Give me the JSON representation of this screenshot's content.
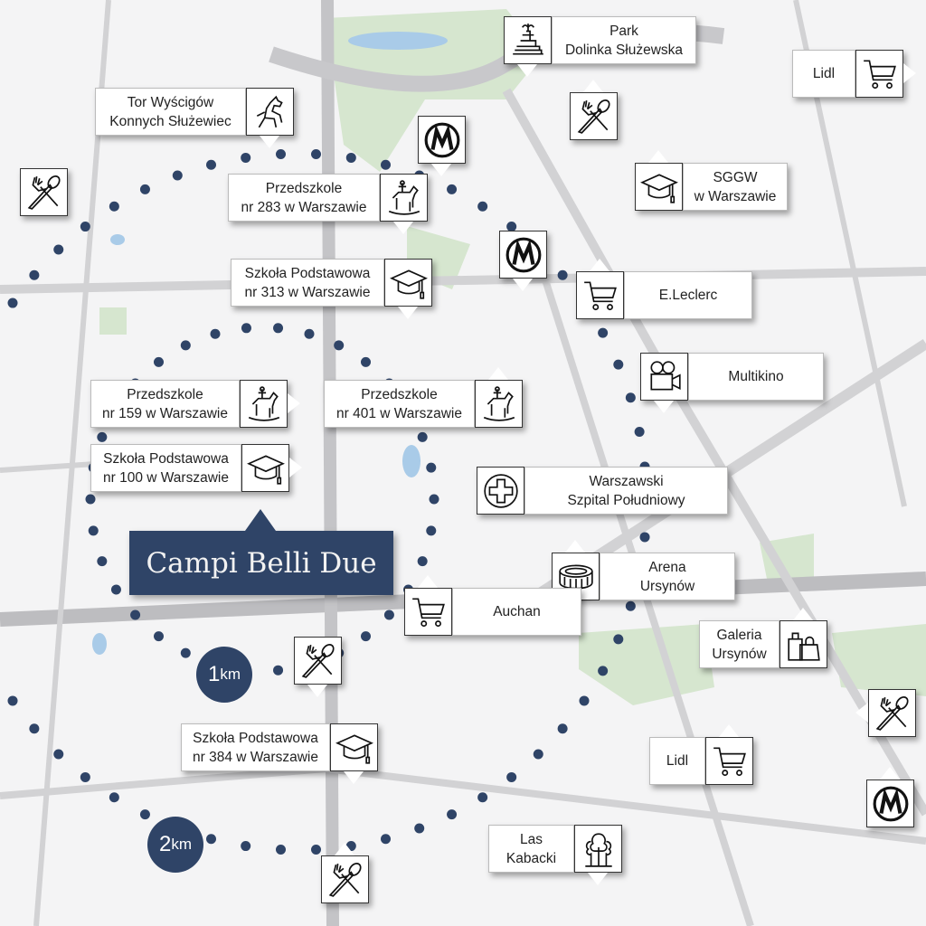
{
  "project": {
    "name": "Campi Belli Due"
  },
  "radii": [
    {
      "value": "1",
      "unit": "km"
    },
    {
      "value": "2",
      "unit": "km"
    }
  ],
  "colors": {
    "brand": "#2f4467",
    "background": "#f4f4f5",
    "road": "#d2d2d4",
    "green": "#d6e6cf",
    "water": "#a9cbe8"
  },
  "pois": [
    {
      "label": "Park",
      "label2": "Dolinka Służewska",
      "icon": "fountain-icon"
    },
    {
      "label": "Lidl",
      "icon": "shopping-cart-icon"
    },
    {
      "label": "Tor Wyścigów",
      "label2": "Konnych Służewiec",
      "icon": "horse-icon"
    },
    {
      "icon": "restaurant-icon"
    },
    {
      "icon": "metro-icon"
    },
    {
      "icon": "restaurant-icon"
    },
    {
      "label": "SGGW",
      "label2": "w Warszawie",
      "icon": "graduation-cap-icon"
    },
    {
      "label": "Przedszkole",
      "label2": "nr 283 w Warszawie",
      "icon": "rocking-horse-icon"
    },
    {
      "icon": "metro-icon"
    },
    {
      "label": "Szkoła Podstawowa",
      "label2": "nr 313 w Warszawie",
      "icon": "graduation-cap-icon"
    },
    {
      "label": "E.Leclerc",
      "icon": "shopping-cart-icon"
    },
    {
      "label": "Multikino",
      "icon": "camera-icon"
    },
    {
      "label": "Przedszkole",
      "label2": "nr 159 w Warszawie",
      "icon": "rocking-horse-icon"
    },
    {
      "label": "Przedszkole",
      "label2": "nr 401 w Warszawie",
      "icon": "rocking-horse-icon"
    },
    {
      "label": "Szkoła Podstawowa",
      "label2": "nr 100 w Warszawie",
      "icon": "graduation-cap-icon"
    },
    {
      "label": "Warszawski",
      "label2": "Szpital Południowy",
      "icon": "hospital-icon"
    },
    {
      "label": "Arena",
      "label2": "Ursynów",
      "icon": "stadium-icon"
    },
    {
      "label": "Auchan",
      "icon": "shopping-cart-icon"
    },
    {
      "icon": "restaurant-icon"
    },
    {
      "label": "Galeria",
      "label2": "Ursynów",
      "icon": "shopping-bags-icon"
    },
    {
      "icon": "restaurant-icon"
    },
    {
      "label": "Szkoła Podstawowa",
      "label2": "nr 384 w Warszawie",
      "icon": "graduation-cap-icon"
    },
    {
      "label": "Lidl",
      "icon": "shopping-cart-icon"
    },
    {
      "icon": "metro-icon"
    },
    {
      "label": "Las",
      "label2": "Kabacki",
      "icon": "tree-icon"
    },
    {
      "icon": "restaurant-icon"
    }
  ]
}
